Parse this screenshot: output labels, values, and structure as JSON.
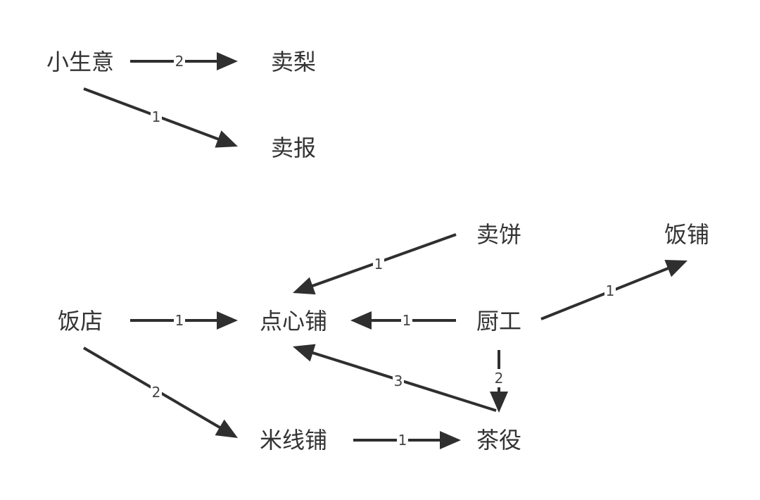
{
  "diagram": {
    "type": "directed-weighted-graph",
    "colors": {
      "edge": "#2f2f2f",
      "text": "#333333",
      "background": "#ffffff"
    },
    "nodes": [
      {
        "id": "xiaoshengyi",
        "label": "小生意"
      },
      {
        "id": "maili",
        "label": "卖梨"
      },
      {
        "id": "maibao",
        "label": "卖报"
      },
      {
        "id": "maibing",
        "label": "卖饼"
      },
      {
        "id": "fanpu",
        "label": "饭铺"
      },
      {
        "id": "fandian",
        "label": "饭店"
      },
      {
        "id": "dianxinpu",
        "label": "点心铺"
      },
      {
        "id": "chugong",
        "label": "厨工"
      },
      {
        "id": "mixianpu",
        "label": "米线铺"
      },
      {
        "id": "chayi",
        "label": "茶役"
      }
    ],
    "edges": [
      {
        "from": "xiaoshengyi",
        "to": "maili",
        "weight": "2"
      },
      {
        "from": "xiaoshengyi",
        "to": "maibao",
        "weight": "1"
      },
      {
        "from": "maibing",
        "to": "dianxinpu",
        "weight": "1"
      },
      {
        "from": "chugong",
        "to": "fanpu",
        "weight": "1"
      },
      {
        "from": "fandian",
        "to": "dianxinpu",
        "weight": "1"
      },
      {
        "from": "chugong",
        "to": "dianxinpu",
        "weight": "1"
      },
      {
        "from": "chugong",
        "to": "chayi",
        "weight": "2"
      },
      {
        "from": "chayi",
        "to": "dianxinpu",
        "weight": "3"
      },
      {
        "from": "fandian",
        "to": "mixianpu",
        "weight": "2"
      },
      {
        "from": "mixianpu",
        "to": "chayi",
        "weight": "1"
      }
    ]
  }
}
